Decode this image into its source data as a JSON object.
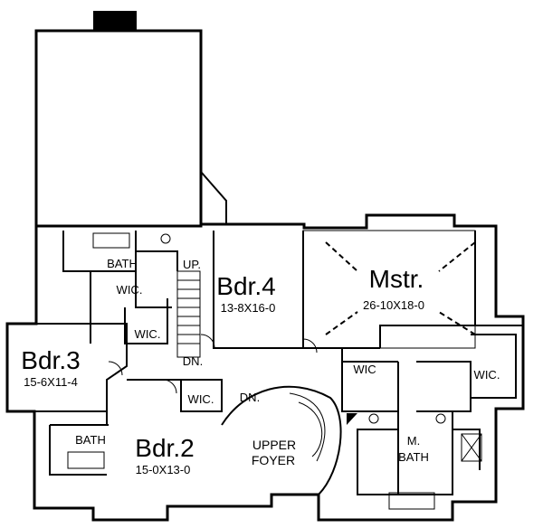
{
  "rooms": {
    "master": {
      "name": "Mstr.",
      "dims": "26-10X18-0"
    },
    "bdr4": {
      "name": "Bdr.4",
      "dims": "13-8X16-0"
    },
    "bdr3": {
      "name": "Bdr.3",
      "dims": "15-6X11-4"
    },
    "bdr2": {
      "name": "Bdr.2",
      "dims": "15-0X13-0"
    },
    "upper_foyer": {
      "line1": "UPPER",
      "line2": "FOYER"
    },
    "master_bath": {
      "line1": "M.",
      "line2": "BATH"
    }
  },
  "labels": {
    "bath_top": "BATH",
    "bath_lower": "BATH",
    "wic_a": "WIC.",
    "wic_b": "WIC.",
    "wic_c": "WIC.",
    "wic_master_left": "WIC",
    "wic_master_right": "WIC.",
    "stair_up": "UP.",
    "stair_dn_left": "DN.",
    "stair_dn_foyer": "DN."
  }
}
